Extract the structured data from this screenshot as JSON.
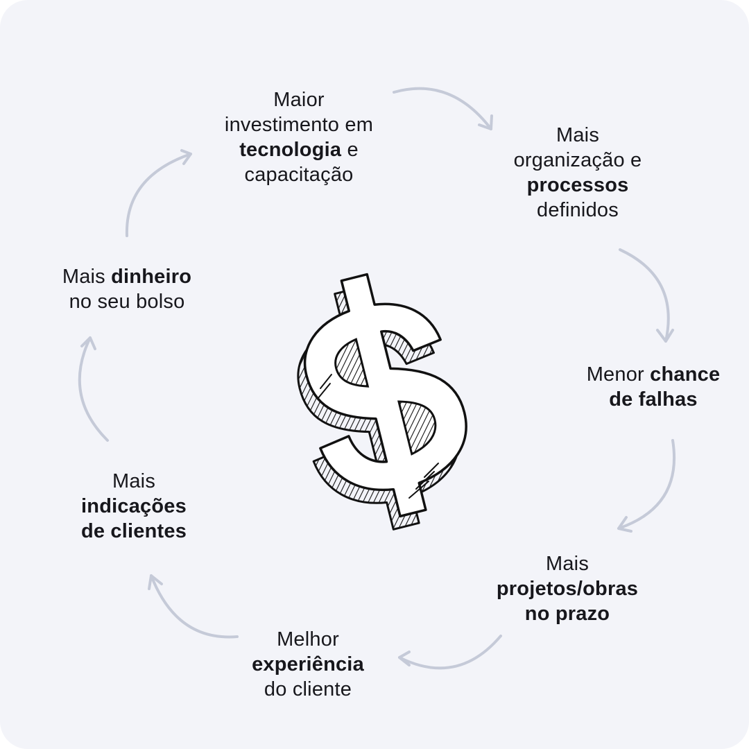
{
  "nodes": {
    "tech": {
      "l1": "Maior",
      "l2": "investimento em",
      "l3_bold": "tecnologia",
      "l3_rest": " e",
      "l4": "capacitação"
    },
    "org": {
      "l1": "Mais",
      "l2": "organização e",
      "l3_bold": "processos",
      "l4": "definidos"
    },
    "falhas": {
      "l1_plain": "Menor ",
      "l1_bold": "chance",
      "l2_bold": "de falhas"
    },
    "prazo": {
      "l1": "Mais",
      "l2_bold": "projetos/obras",
      "l3_bold": "no prazo"
    },
    "experiencia": {
      "l1": "Melhor",
      "l2_bold": "experiência",
      "l3": "do cliente"
    },
    "indicacoes": {
      "l1": "Mais",
      "l2_bold": "indicações",
      "l3_bold": "de clientes"
    },
    "dinheiro": {
      "l1_plain": "Mais ",
      "l1_bold": "dinheiro",
      "l2": "no seu bolso"
    }
  },
  "center_icon": "dollar-sign-icon",
  "colors": {
    "background": "#f3f4f9",
    "arrow": "#c5cad8",
    "text": "#17171c"
  }
}
